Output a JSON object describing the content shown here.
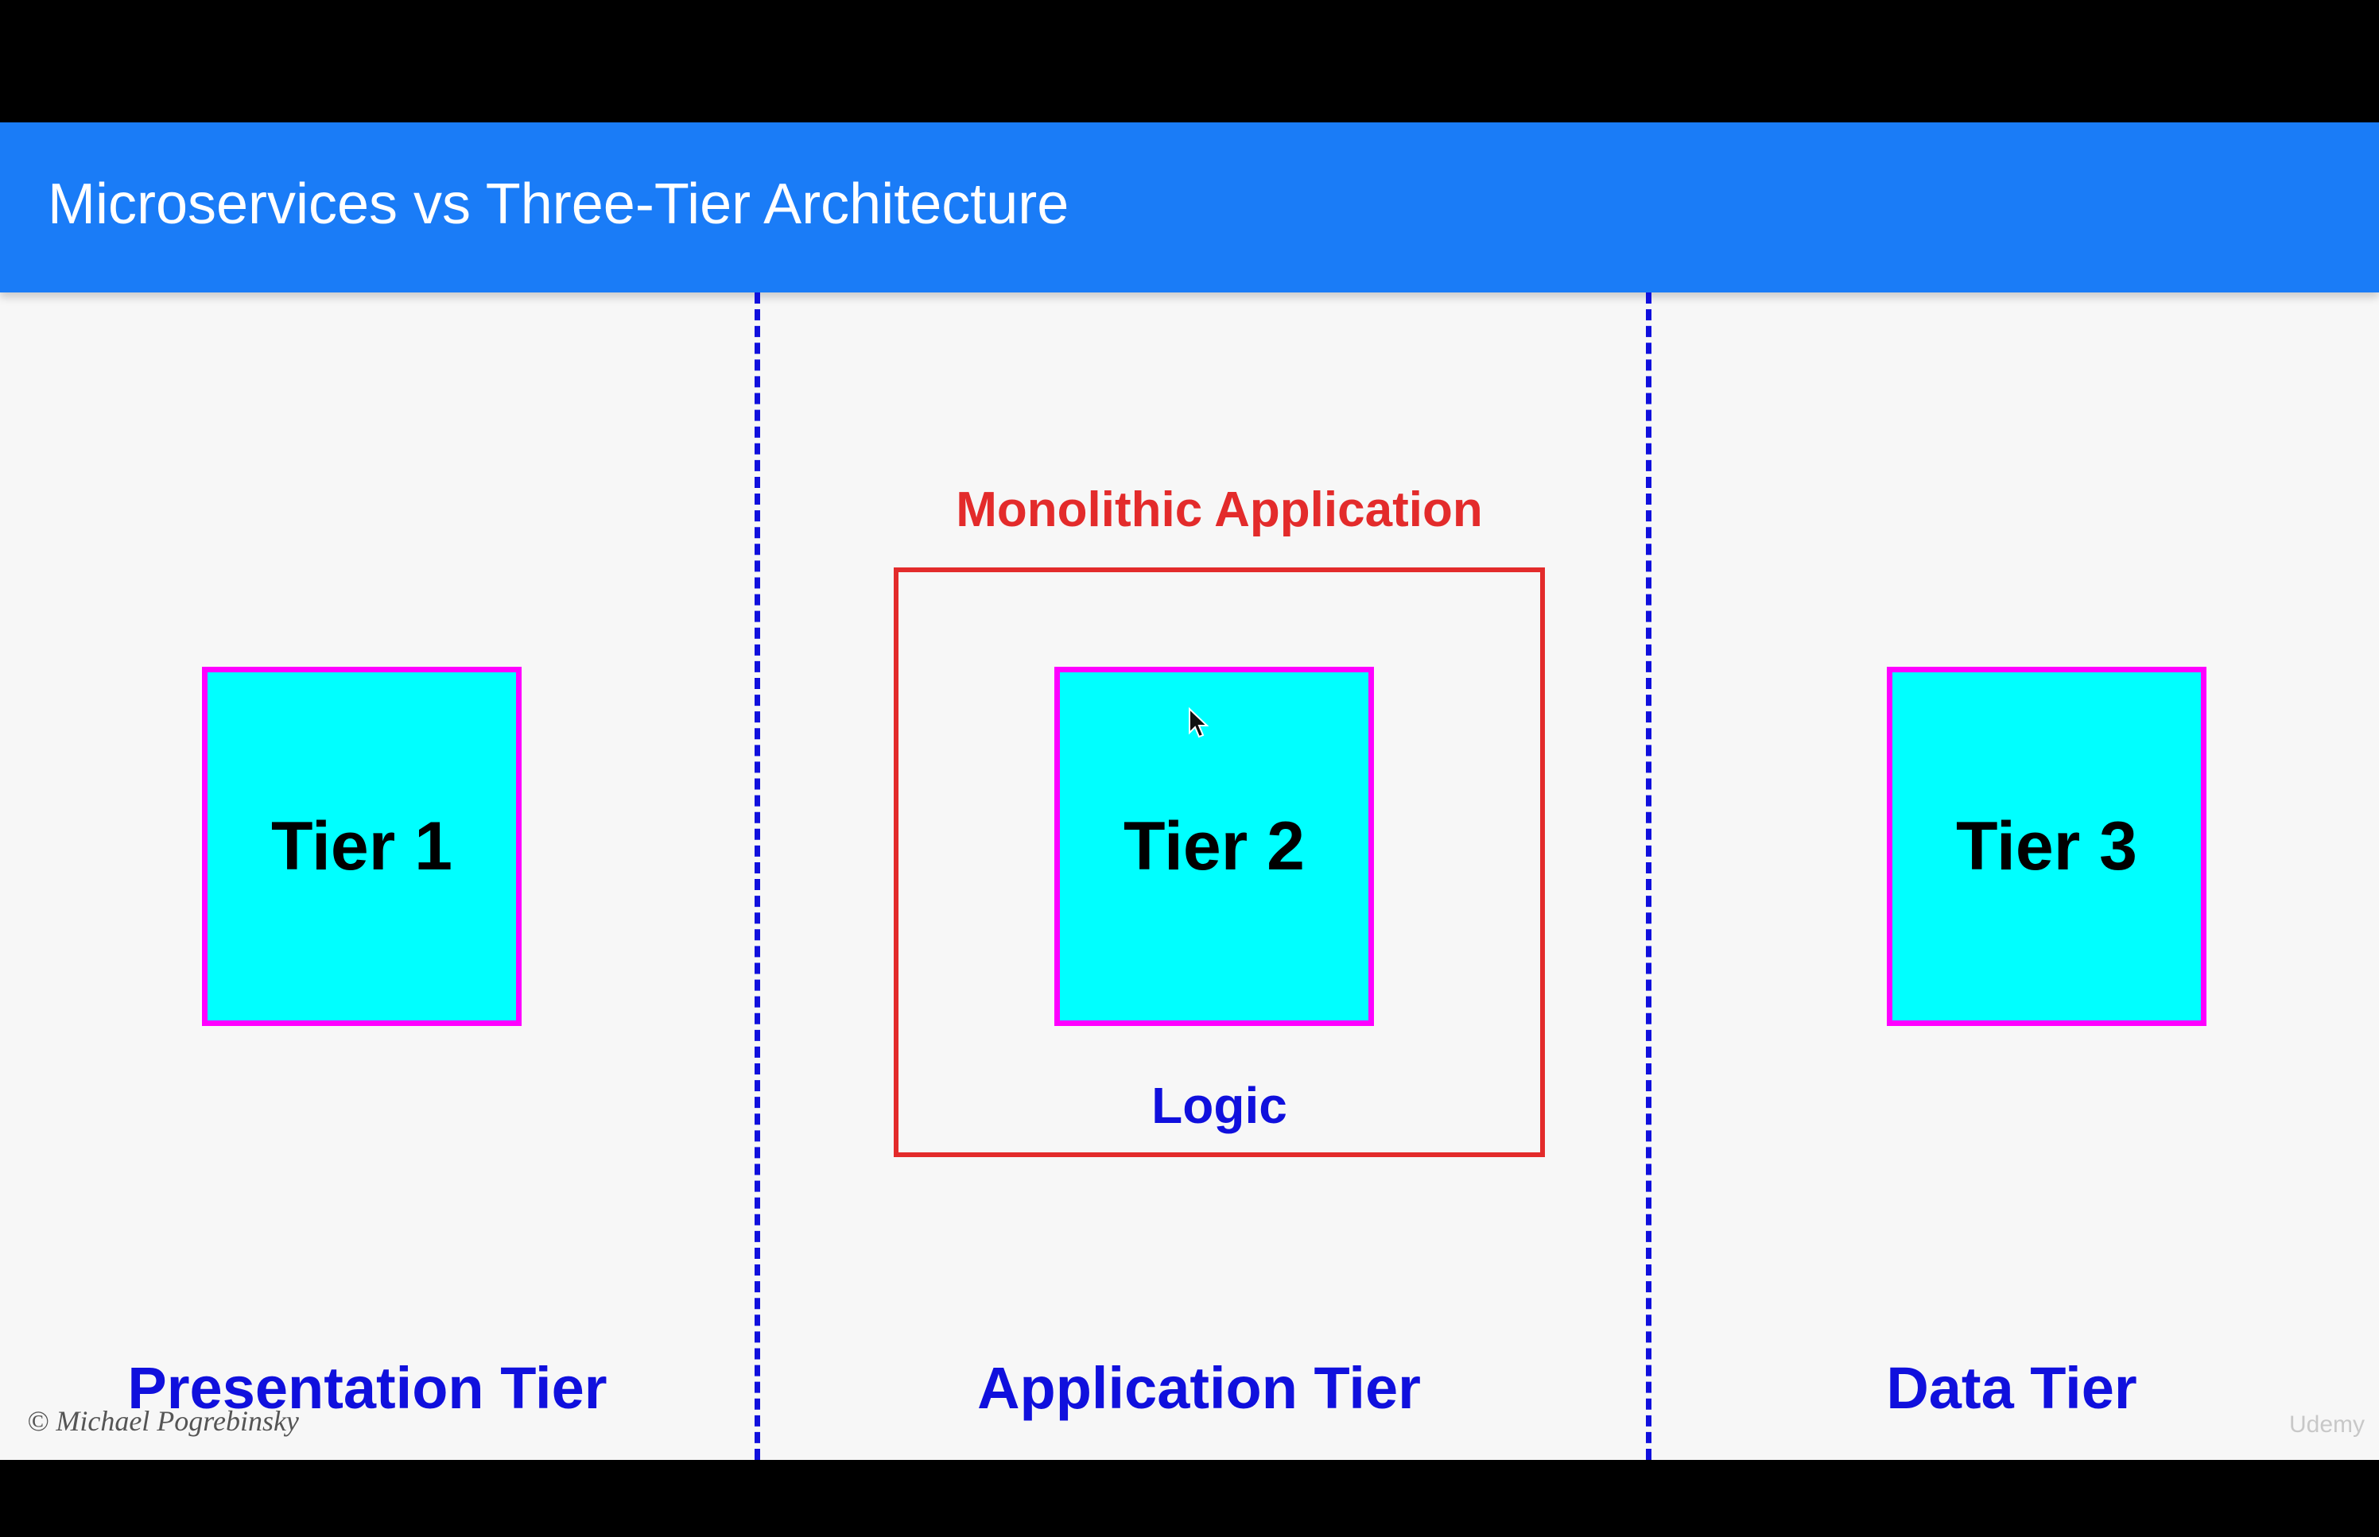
{
  "slide": {
    "title": "Microservices vs Three-Tier Architecture",
    "colors": {
      "title_bar": "#1a7cf7",
      "tier_box_fill": "#00ffff",
      "tier_box_border": "#ff00ff",
      "monolith_border": "#e32b2b",
      "tier_caption": "#1010dd"
    }
  },
  "tiers": [
    {
      "box_label": "Tier 1",
      "caption": "Presentation Tier"
    },
    {
      "box_label": "Tier 2",
      "caption": "Application Tier"
    },
    {
      "box_label": "Tier 3",
      "caption": "Data Tier"
    }
  ],
  "monolith": {
    "label": "Monolithic Application",
    "inner_label": "Logic"
  },
  "footer": {
    "copyright": "© Michael Pogrebinsky",
    "watermark": "Udemy"
  },
  "icons": {
    "cursor": "mouse-pointer-icon"
  }
}
